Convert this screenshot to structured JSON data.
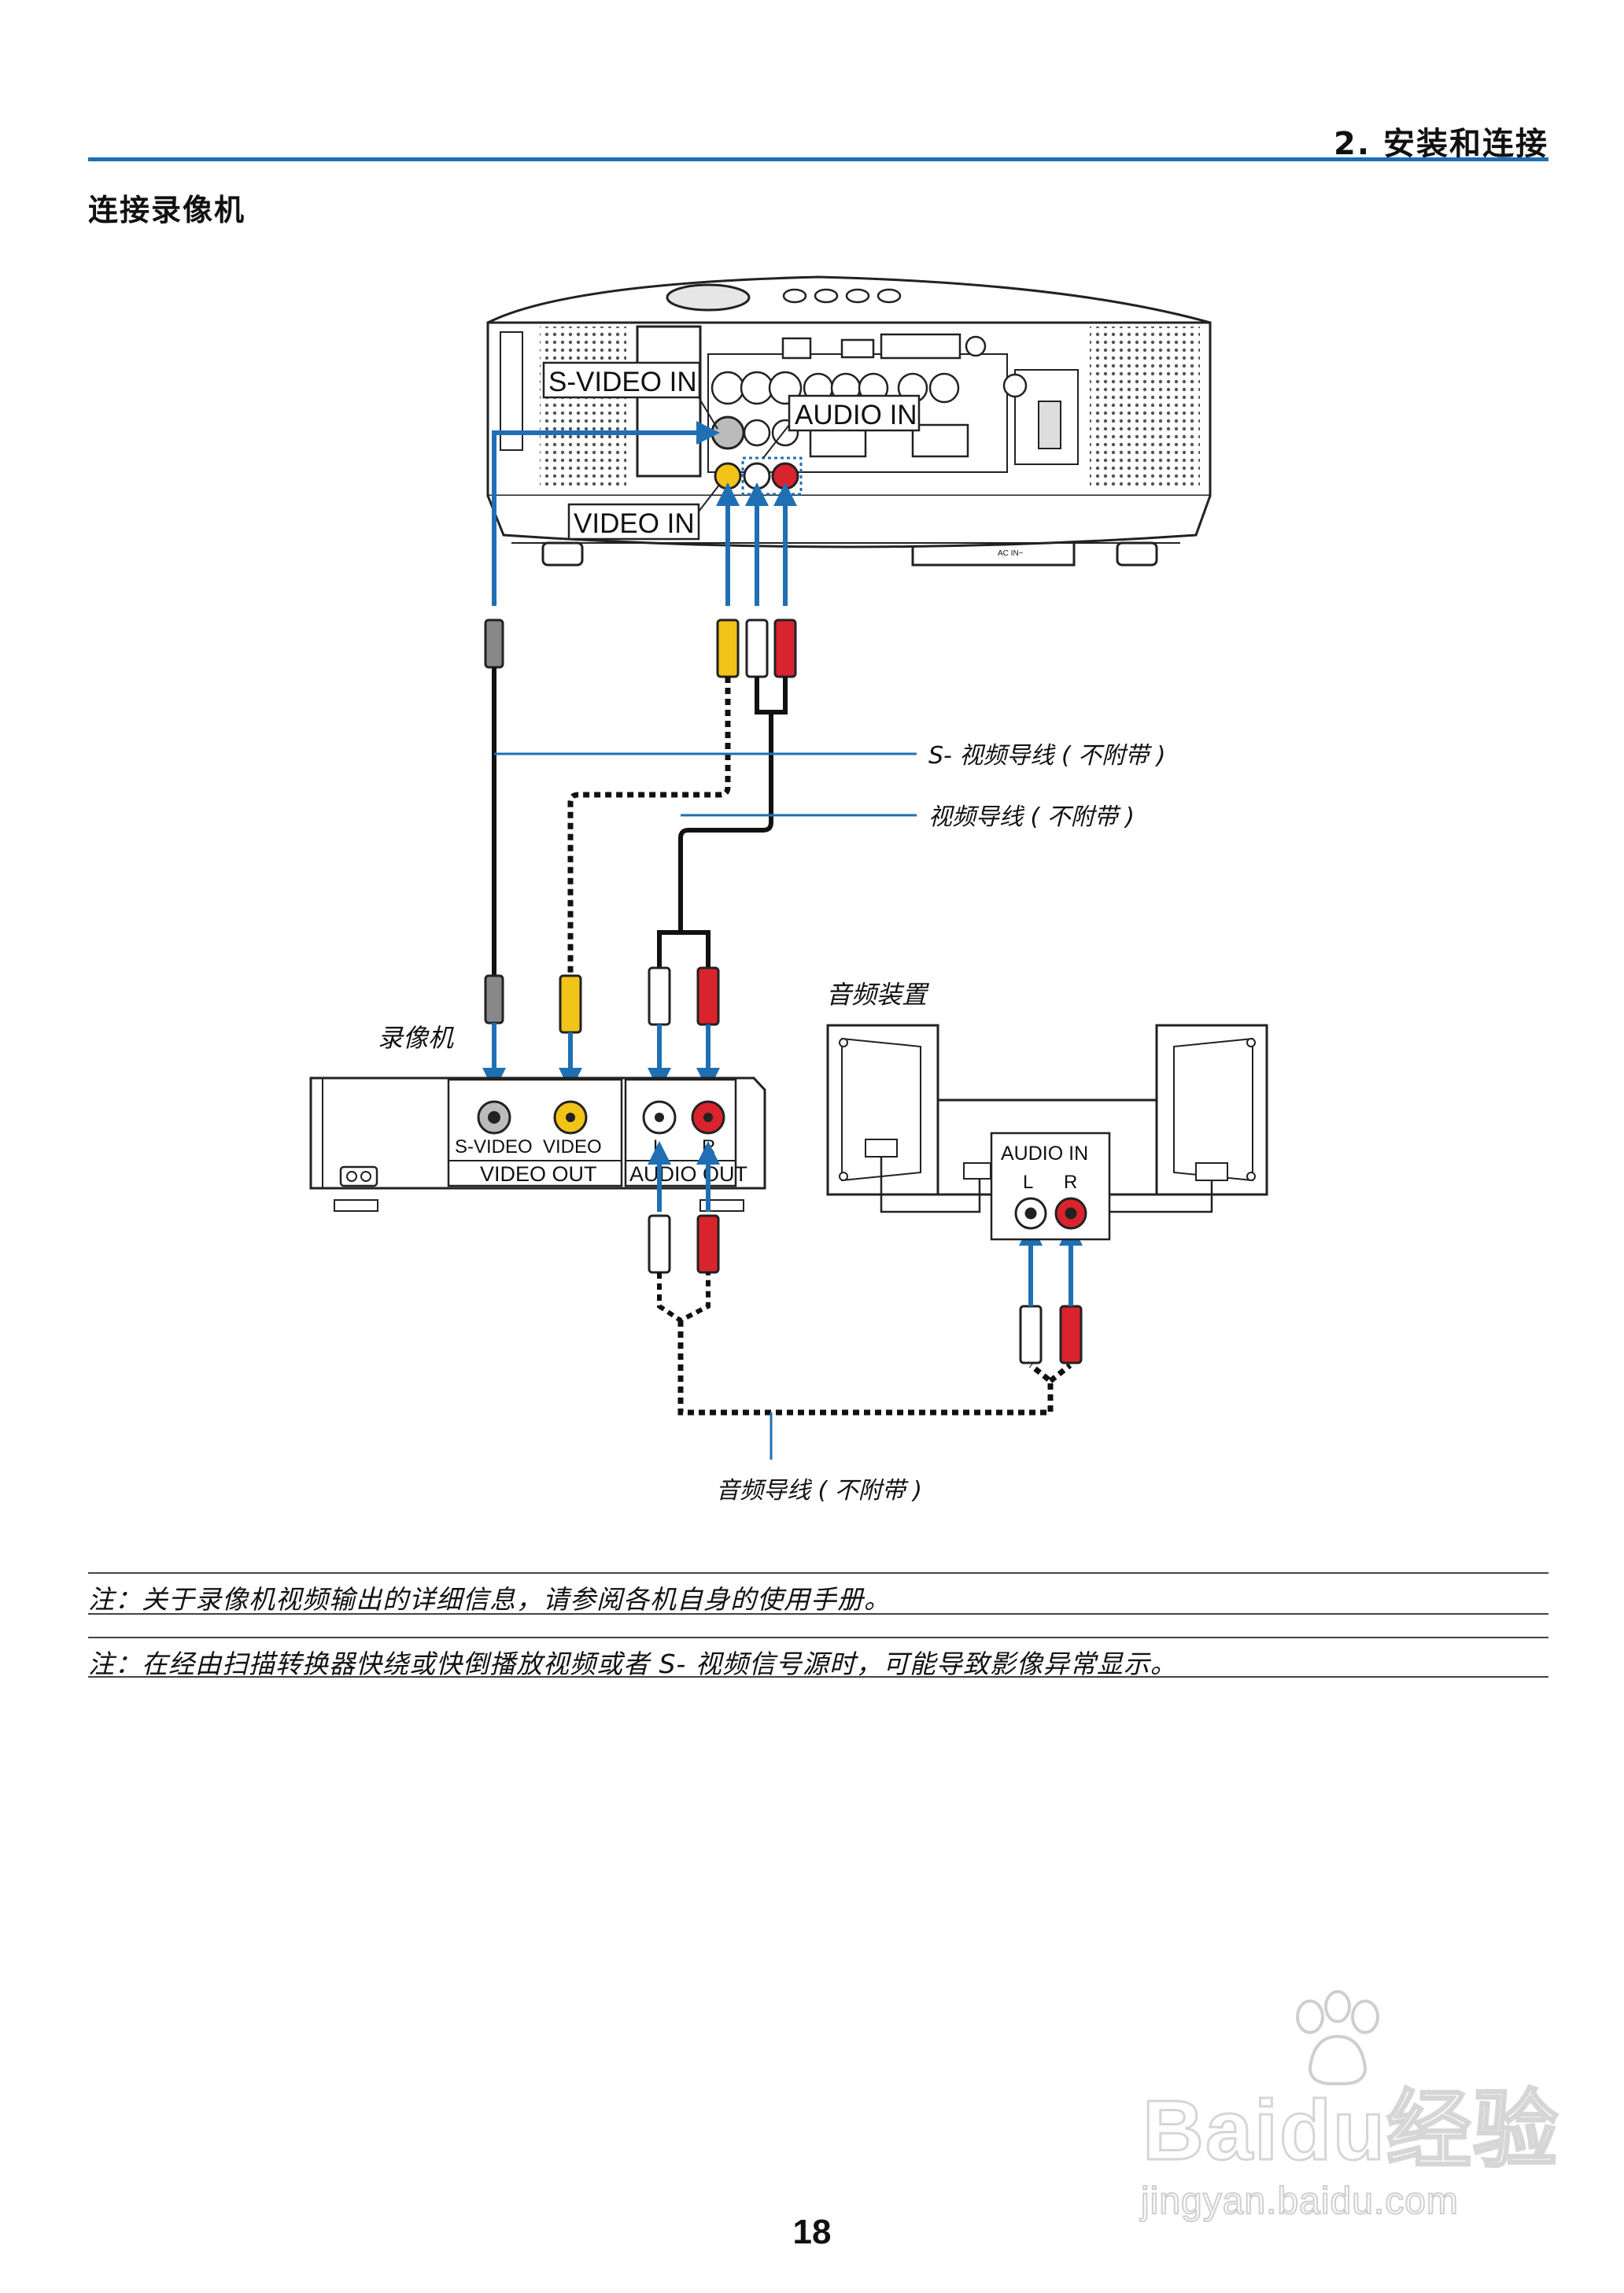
{
  "header": {
    "title": "2. 安装和连接"
  },
  "section": {
    "title": "连接录像机"
  },
  "diagram": {
    "projector_labels": {
      "svideo_in": "S-VIDEO IN",
      "audio_in": "AUDIO IN",
      "video_in": "VIDEO IN",
      "ac_in": "AC IN~"
    },
    "cable_labels": {
      "svideo_cable": "S- 视频导线 ( 不附带 )",
      "video_cable": "视频导线 ( 不附带 )",
      "audio_cable": "音频导线 ( 不附带 )"
    },
    "vcr": {
      "title": "录像机",
      "svideo": "S-VIDEO",
      "video": "VIDEO",
      "video_out": "VIDEO OUT",
      "l": "L",
      "r": "R",
      "audio_out": "AUDIO OUT"
    },
    "audio_equipment": {
      "title": "音频装置",
      "audio_in": "AUDIO IN",
      "l": "L",
      "r": "R"
    },
    "colors": {
      "accent_blue": "#1f6fb5",
      "yellow_plug": "#f2c318",
      "red_plug": "#d9232d",
      "white_plug": "#ffffff"
    }
  },
  "notes": [
    "注：关于录像机视频输出的详细信息，请参阅各机自身的使用手册。",
    "注：在经由扫描转换器快绕或快倒播放视频或者 S- 视频信号源时，可能导致影像异常显示。"
  ],
  "page_number": "18",
  "watermark": {
    "word": "Baidu经验",
    "url": "jingyan.baidu.com"
  }
}
